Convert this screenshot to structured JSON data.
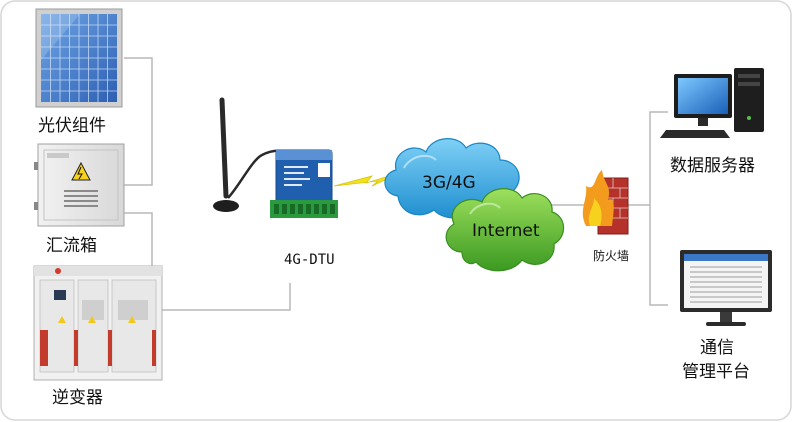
{
  "nodes": {
    "solar_panel": {
      "label": "光伏组件"
    },
    "combiner_box": {
      "label": "汇流箱"
    },
    "inverter": {
      "label": "逆变器"
    },
    "dtu": {
      "label": "4G-DTU"
    },
    "cloud_3g4g": {
      "label": "3G/4G"
    },
    "cloud_internet": {
      "label": "Internet"
    },
    "firewall": {
      "label": "防火墙"
    },
    "data_server": {
      "label": "数据服务器"
    },
    "platform": {
      "label_line1": "通信",
      "label_line2": "管理平台"
    }
  },
  "colors": {
    "line": "#b8b8b8",
    "cloud_blue": "#2e9fd8",
    "cloud_green": "#58b332",
    "lightning": "#f2e21c",
    "dtu_blue": "#1f5fae",
    "dtu_green": "#2a9a3e",
    "firewall": "#c0392b"
  }
}
